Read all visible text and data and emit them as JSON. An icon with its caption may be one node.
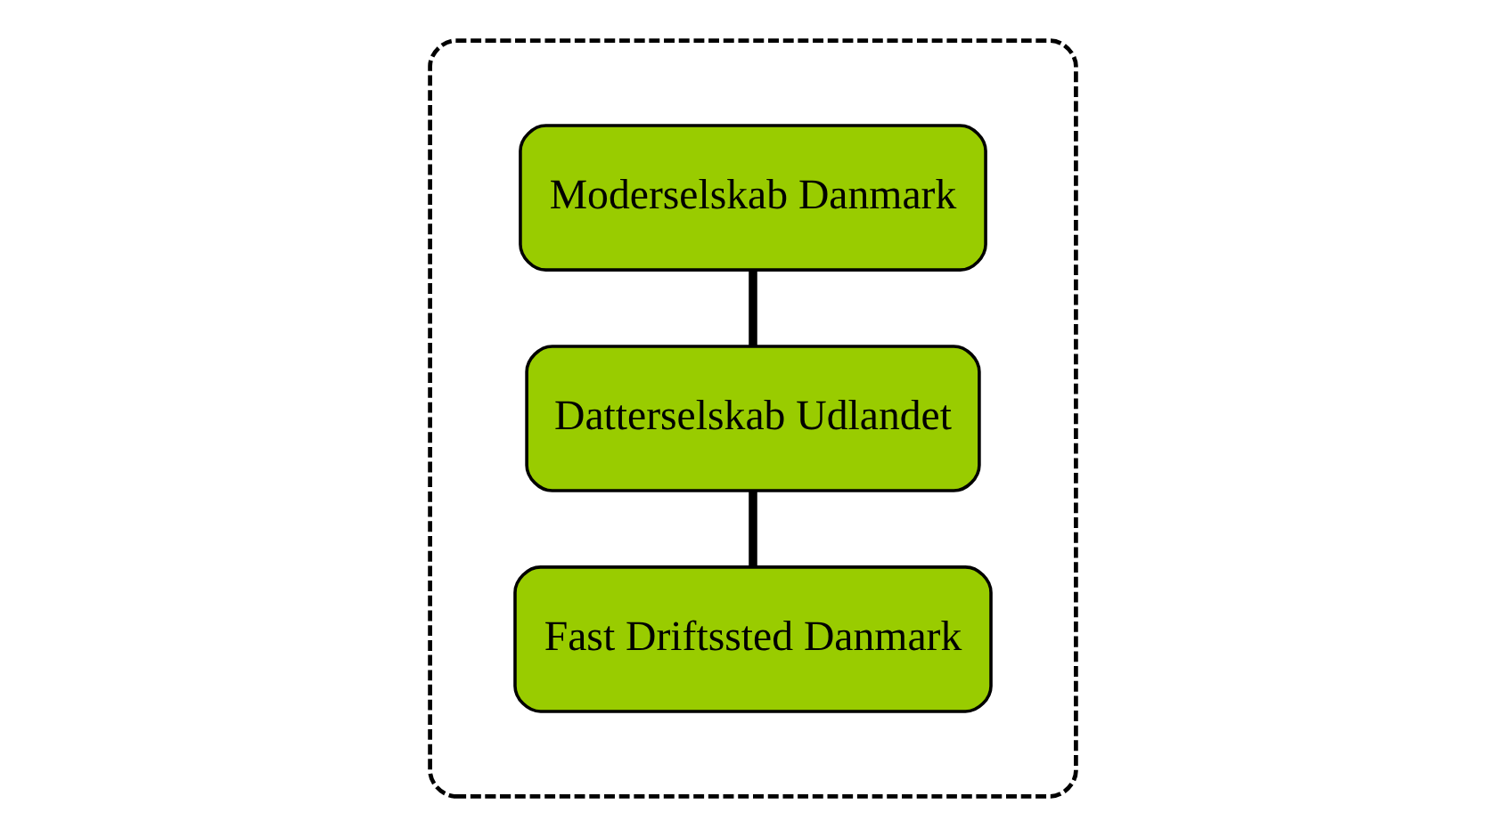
{
  "diagram": {
    "nodes": [
      {
        "text": [],
        "shape": "ellipse"
      },
      {
        "text": [
          "Moderselskab Danmark"
        ],
        "in": 0
      },
      {
        "text": [
          "Datterselskab Udlandet"
        ],
        "in": 0
      },
      {
        "text": [
          "Fast Driftssted Danmark"
        ],
        "in": 0
      }
    ],
    "edges": [
      {
        "from": 1,
        "to": 2,
        "arrow": "none"
      },
      {
        "from": 2,
        "to": 3,
        "arrow": "none"
      }
    ]
  }
}
